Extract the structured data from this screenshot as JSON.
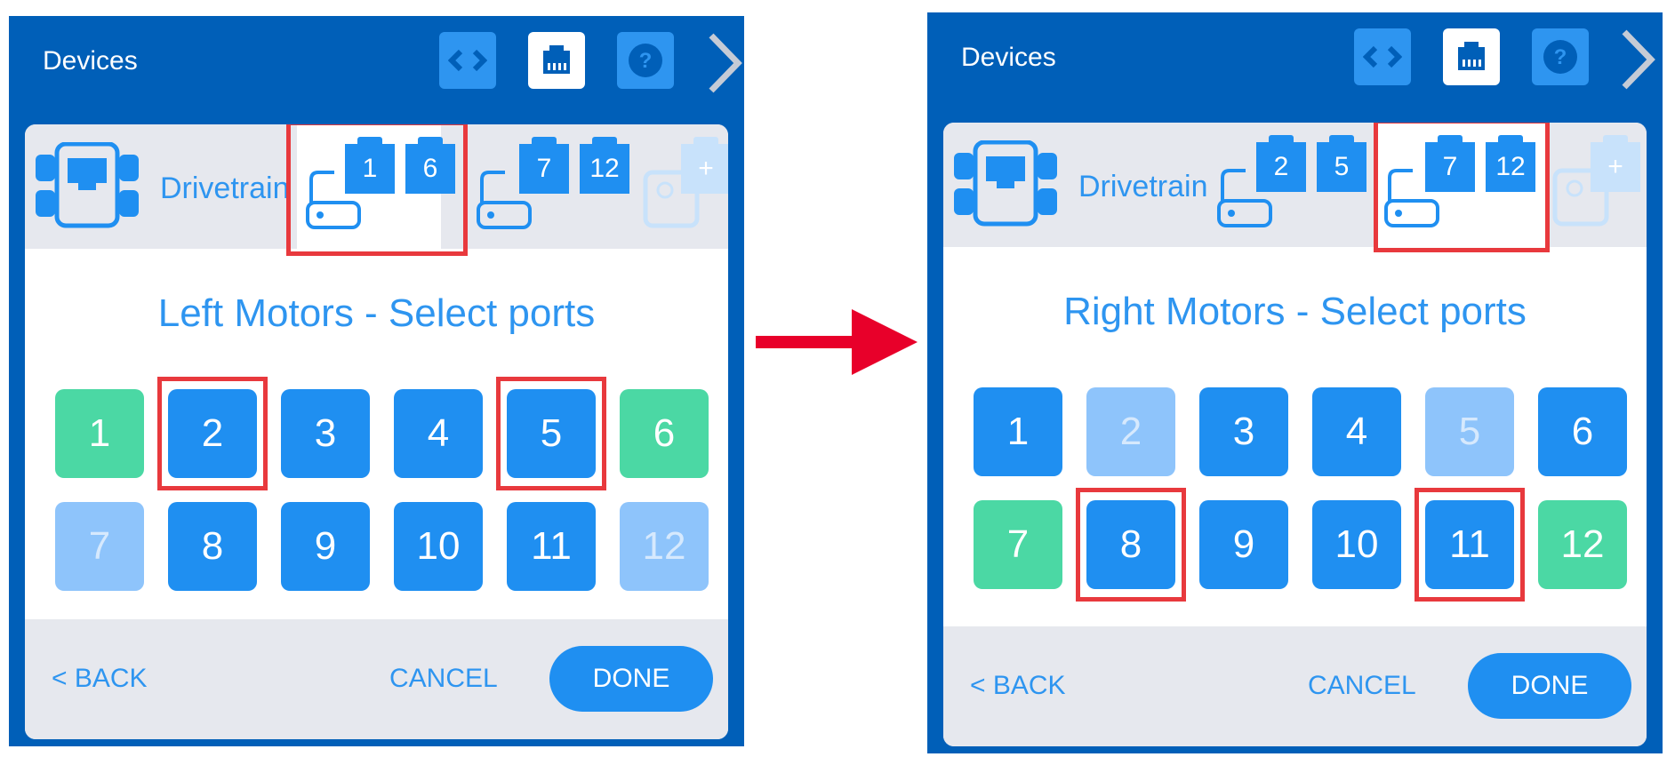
{
  "panels": [
    {
      "header": {
        "title": "Devices",
        "buttons": [
          "code-icon",
          "ports-icon",
          "help-icon",
          "chevron-right-icon"
        ]
      },
      "device": {
        "label": "Drivetrain",
        "motor_groups": [
          [
            "1",
            "6"
          ],
          [
            "7",
            "12"
          ]
        ],
        "add_label": "+"
      },
      "title": "Left Motors - Select ports",
      "ports": [
        "1",
        "2",
        "3",
        "4",
        "5",
        "6",
        "7",
        "8",
        "9",
        "10",
        "11",
        "12"
      ],
      "port_states": [
        "used",
        "selected",
        "selected",
        "selected",
        "selected",
        "used",
        "disabled",
        "selected",
        "selected",
        "selected",
        "selected",
        "disabled"
      ],
      "highlighted_ports": [
        "2",
        "5"
      ],
      "footer": {
        "back": "< BACK",
        "cancel": "CANCEL",
        "done": "DONE"
      }
    },
    {
      "header": {
        "title": "Devices",
        "buttons": [
          "code-icon",
          "ports-icon",
          "help-icon",
          "chevron-right-icon"
        ]
      },
      "device": {
        "label": "Drivetrain",
        "motor_groups": [
          [
            "2",
            "5"
          ],
          [
            "7",
            "12"
          ]
        ],
        "add_label": "+"
      },
      "title": "Right Motors - Select ports",
      "ports": [
        "1",
        "2",
        "3",
        "4",
        "5",
        "6",
        "7",
        "8",
        "9",
        "10",
        "11",
        "12"
      ],
      "port_states": [
        "selected",
        "disabled",
        "selected",
        "selected",
        "disabled",
        "selected",
        "used",
        "selected",
        "selected",
        "selected",
        "selected",
        "used"
      ],
      "highlighted_ports": [
        "8",
        "11"
      ],
      "footer": {
        "back": "< BACK",
        "cancel": "CANCEL",
        "done": "DONE"
      }
    }
  ],
  "colors": {
    "header": "#005fb8",
    "accent": "#1f8ff1",
    "used": "#4bd8a4",
    "disabled": "#8ec4fb",
    "highlight": "#e8393d",
    "arrow": "#e8002a"
  }
}
